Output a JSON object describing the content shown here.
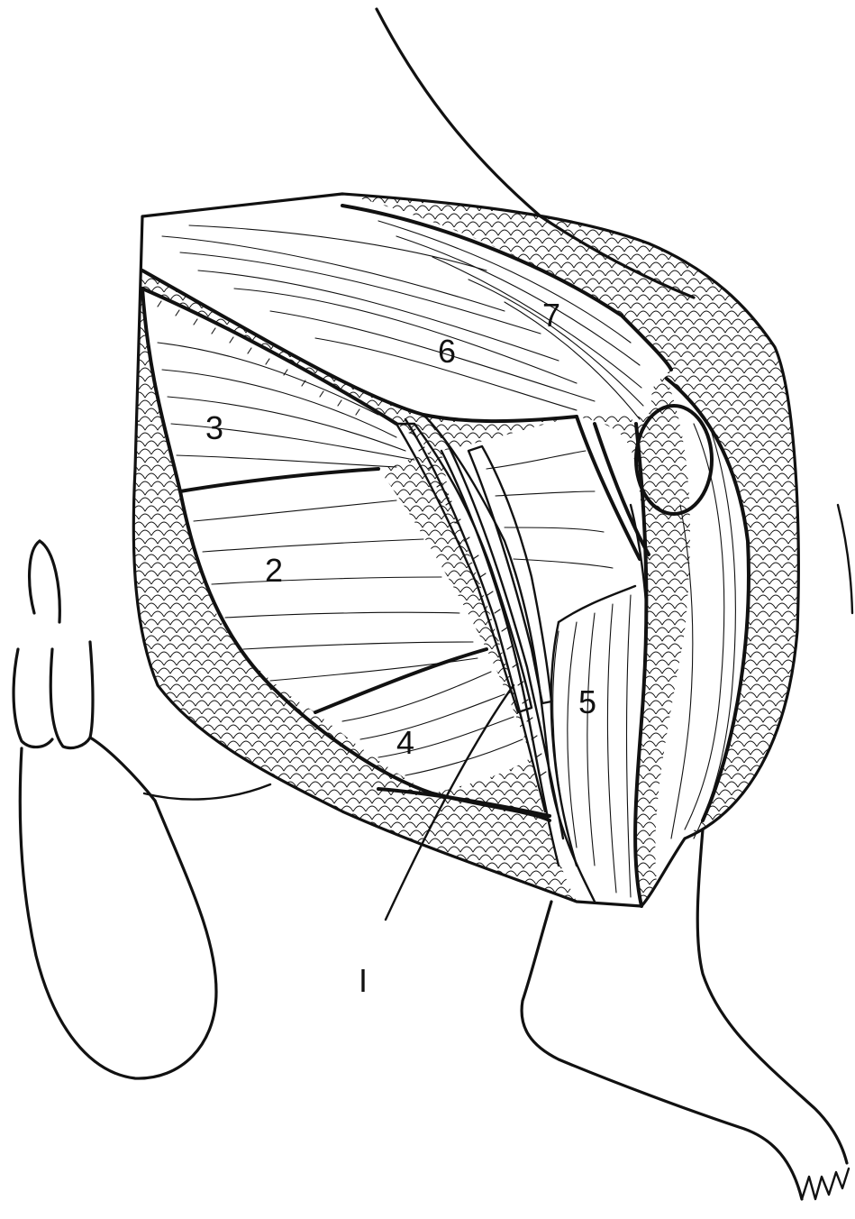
{
  "labels": {
    "label_1": "I",
    "label_2": "2",
    "label_3": "3",
    "label_4": "4",
    "label_5": "5",
    "label_6": "6",
    "label_7": "7"
  },
  "colors": {
    "ink": "#111111",
    "paper": "#ffffff",
    "stipple": "#9a9a9a"
  }
}
